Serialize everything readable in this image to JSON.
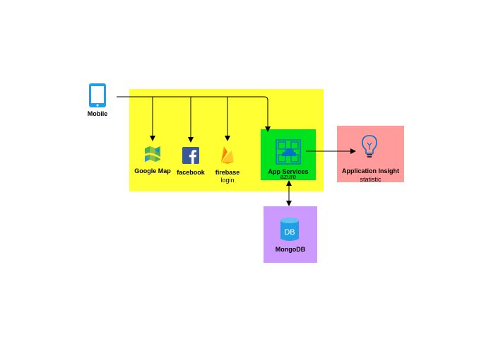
{
  "colors": {
    "yellow_zone": "#ffff33",
    "app_services_box": "#00e21e",
    "insight_box": "#ff9b9b",
    "mongo_box": "#cc99ff",
    "arrow": "#000000"
  },
  "nodes": {
    "mobile": {
      "label": "Mobile",
      "icon": "mobile-phone-icon"
    },
    "google_map": {
      "label": "Google Map",
      "icon": "google-maps-icon"
    },
    "facebook": {
      "label": "facebook",
      "icon": "facebook-icon"
    },
    "firebase": {
      "label": "firebase",
      "sublabel": "login",
      "icon": "firebase-icon"
    },
    "app_services": {
      "label": "App Services",
      "sublabel": "azure",
      "icon": "azure-app-services-icon"
    },
    "app_insight": {
      "label": "Application Insight",
      "sublabel": "statistic",
      "icon": "lightbulb-icon"
    },
    "mongodb": {
      "label": "MongoDB",
      "icon": "database-icon",
      "icon_text": "DB"
    }
  },
  "edges": [
    {
      "from": "mobile",
      "to": "google_map"
    },
    {
      "from": "mobile",
      "to": "facebook"
    },
    {
      "from": "mobile",
      "to": "firebase"
    },
    {
      "from": "mobile",
      "to": "app_services"
    },
    {
      "from": "app_services",
      "to": "app_insight"
    },
    {
      "from": "app_services",
      "to": "mongodb",
      "bidirectional": true
    }
  ]
}
